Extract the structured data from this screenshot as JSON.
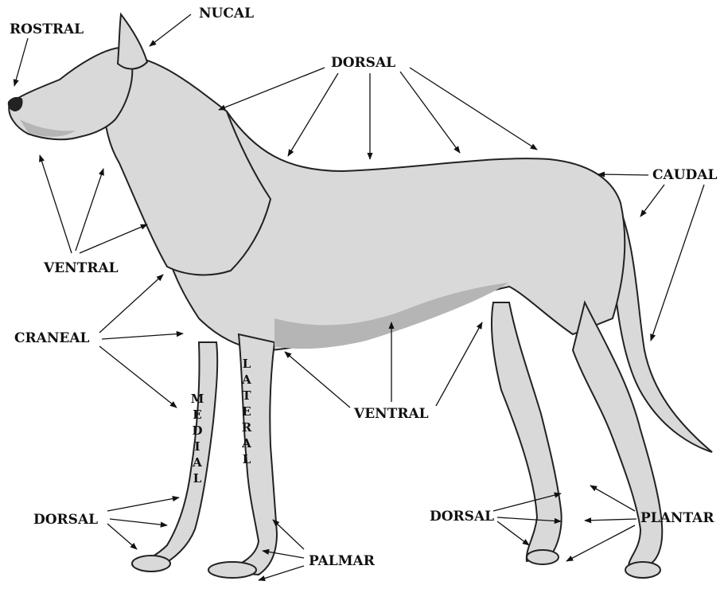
{
  "labels": {
    "rostral": "ROSTRAL",
    "nucal": "NUCAL",
    "dorsal_top": "DORSAL",
    "caudal": "CAUDAL",
    "ventral_left": "VENTRAL",
    "craneal": "CRANEAL",
    "ventral_bottom": "VENTRAL",
    "dorsal_front_paw": "DORSAL",
    "dorsal_hind_paw": "DORSAL",
    "plantar": "PLANTAR",
    "palmar": "PALMAR",
    "medial_vertical": "MEDIAL",
    "lateral_vertical": "LATERAL"
  }
}
